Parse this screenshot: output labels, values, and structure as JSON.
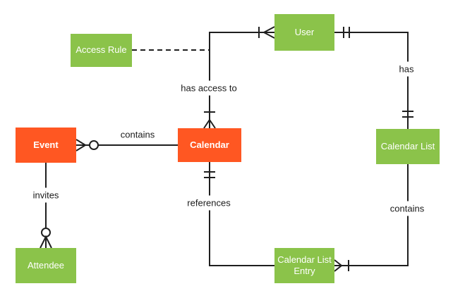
{
  "diagram": {
    "type": "entity-relationship",
    "subject": "Calendar data model (crow's foot notation)",
    "colors": {
      "entity-orange": "#FF5722",
      "entity-green": "#8BC34A",
      "entity-text": "#FFFFFF",
      "line": "#1F1F1F",
      "label-text": "#1A1A1A",
      "background": "#FFFFFF"
    },
    "entities": [
      {
        "id": "event",
        "label": "Event",
        "color": "orange"
      },
      {
        "id": "calendar",
        "label": "Calendar",
        "color": "orange"
      },
      {
        "id": "access-rule",
        "label": "Access Rule",
        "color": "green"
      },
      {
        "id": "user",
        "label": "User",
        "color": "green"
      },
      {
        "id": "calendar-list",
        "label": "Calendar List",
        "color": "green"
      },
      {
        "id": "attendee",
        "label": "Attendee",
        "color": "green"
      },
      {
        "id": "calendar-list-entry",
        "label": "Calendar List Entry",
        "color": "green"
      }
    ],
    "relationships": [
      {
        "label": "contains",
        "from": "Event",
        "to": "Calendar",
        "from_end": "zero-or-many (crow's foot + circle)",
        "to_end": "plain"
      },
      {
        "label": "invites",
        "from": "Event",
        "to": "Attendee",
        "from_end": "plain",
        "to_end": "zero-or-many (circle + crow's foot)"
      },
      {
        "label": "has access to",
        "from": "Calendar",
        "to": "User",
        "from_end": "one-or-many (tick + crow's foot)",
        "to_end": "one-or-many (tick + crow's foot)"
      },
      {
        "label": "has",
        "from": "User",
        "to": "Calendar List",
        "from_end": "exactly-one (two ticks)",
        "to_end": "exactly-one (two ticks)"
      },
      {
        "label": "references",
        "from": "Calendar",
        "to": "Calendar List Entry",
        "from_end": "exactly-one (two ticks)",
        "to_end": "plain"
      },
      {
        "label": "contains",
        "from": "Calendar List",
        "to": "Calendar List Entry",
        "from_end": "plain",
        "to_end": "one-or-many (crow's foot + tick)"
      },
      {
        "label": "",
        "from": "Access Rule",
        "to": "has-access-to line",
        "style": "dashed association"
      }
    ]
  }
}
